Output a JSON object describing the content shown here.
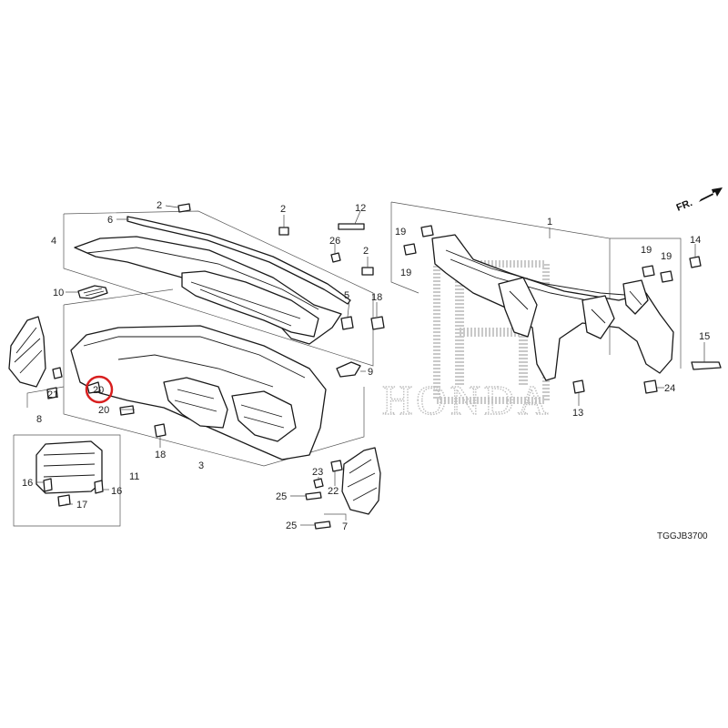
{
  "diagram": {
    "watermark": "HONDA",
    "diagram_code": "TGGJB3700",
    "direction_label": "FR.",
    "highlight_color": "#d81f1f",
    "highlighted_callout": "20",
    "callouts": [
      {
        "id": "c1",
        "label": "1"
      },
      {
        "id": "c2a",
        "label": "2"
      },
      {
        "id": "c2b",
        "label": "2"
      },
      {
        "id": "c2c",
        "label": "2"
      },
      {
        "id": "c3",
        "label": "3"
      },
      {
        "id": "c4",
        "label": "4"
      },
      {
        "id": "c5",
        "label": "5"
      },
      {
        "id": "c6",
        "label": "6"
      },
      {
        "id": "c7",
        "label": "7"
      },
      {
        "id": "c8",
        "label": "8"
      },
      {
        "id": "c9",
        "label": "9"
      },
      {
        "id": "c10",
        "label": "10"
      },
      {
        "id": "c11",
        "label": "11"
      },
      {
        "id": "c12",
        "label": "12"
      },
      {
        "id": "c13",
        "label": "13"
      },
      {
        "id": "c14",
        "label": "14"
      },
      {
        "id": "c15",
        "label": "15"
      },
      {
        "id": "c16a",
        "label": "16"
      },
      {
        "id": "c16b",
        "label": "16"
      },
      {
        "id": "c17",
        "label": "17"
      },
      {
        "id": "c18a",
        "label": "18"
      },
      {
        "id": "c18b",
        "label": "18"
      },
      {
        "id": "c19a",
        "label": "19"
      },
      {
        "id": "c19b",
        "label": "19"
      },
      {
        "id": "c19c",
        "label": "19"
      },
      {
        "id": "c19d",
        "label": "19"
      },
      {
        "id": "c20a",
        "label": "20"
      },
      {
        "id": "c20b",
        "label": "20"
      },
      {
        "id": "c21",
        "label": "21"
      },
      {
        "id": "c22",
        "label": "22"
      },
      {
        "id": "c23",
        "label": "23"
      },
      {
        "id": "c24",
        "label": "24"
      },
      {
        "id": "c25a",
        "label": "25"
      },
      {
        "id": "c25b",
        "label": "25"
      },
      {
        "id": "c26",
        "label": "26"
      }
    ]
  }
}
